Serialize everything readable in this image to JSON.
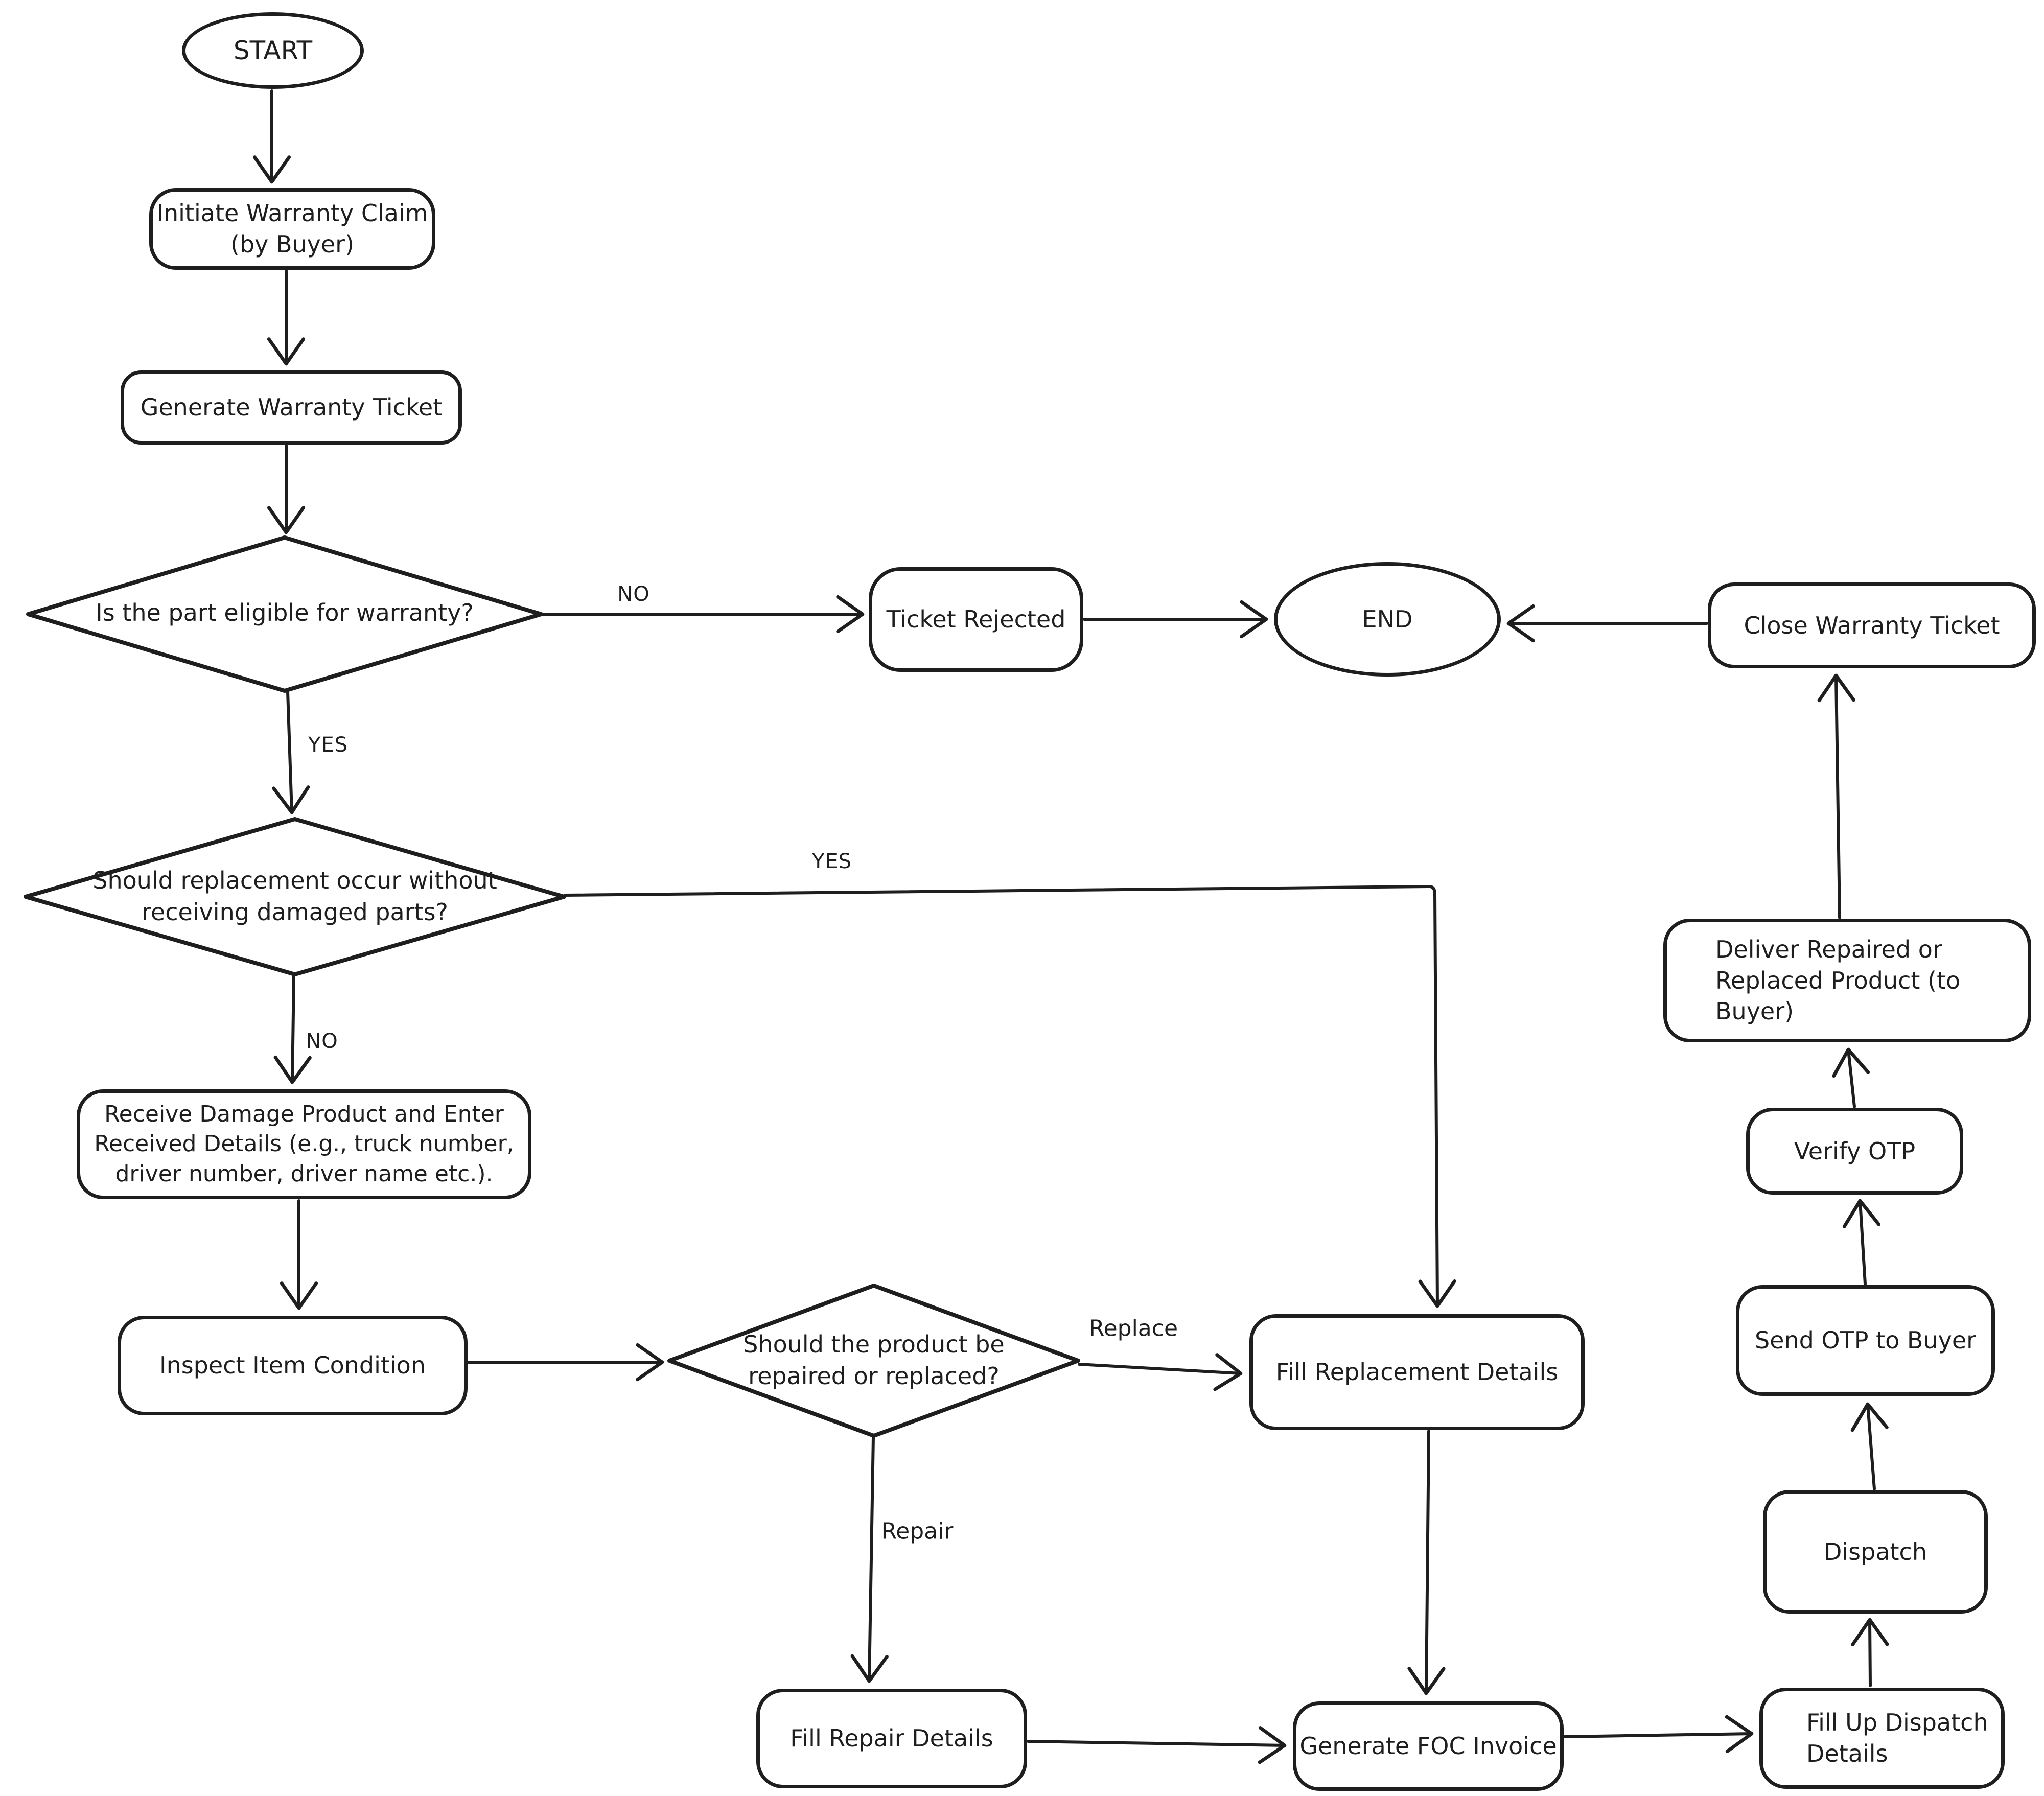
{
  "colors": {
    "stroke": "#1e1e1e",
    "background": "#ffffff"
  },
  "nodes": {
    "start": {
      "label": "START"
    },
    "initiate_claim": {
      "line1": "Initiate Warranty Claim",
      "line2": "(by Buyer)"
    },
    "generate_ticket": {
      "label": "Generate Warranty Ticket"
    },
    "eligibility_decision": {
      "label": "Is the part eligible for warranty?"
    },
    "ticket_rejected": {
      "label": "Ticket Rejected"
    },
    "end": {
      "label": "END"
    },
    "close_ticket": {
      "label": "Close Warranty Ticket"
    },
    "replacement_decision": {
      "line1": "Should replacement occur without",
      "line2": "receiving damaged parts?"
    },
    "receive_product": {
      "line1": "Receive Damage Product and Enter",
      "line2": "Received Details (e.g., truck number,",
      "line3": "driver number, driver name etc.)."
    },
    "inspect_item": {
      "label": "Inspect Item Condition"
    },
    "repair_replace_decision": {
      "line1": "Should the product be",
      "line2": "repaired or replaced?"
    },
    "fill_replacement": {
      "label": "Fill Replacement Details"
    },
    "deliver_product": {
      "line1": "Deliver Repaired or",
      "line2": "Replaced Product (to Buyer)"
    },
    "verify_otp": {
      "label": "Verify OTP"
    },
    "send_otp": {
      "label": "Send OTP to Buyer"
    },
    "dispatch": {
      "label": "Dispatch"
    },
    "fill_dispatch": {
      "line1": "Fill Up Dispatch",
      "line2": "Details"
    },
    "fill_repair": {
      "label": "Fill Repair Details"
    },
    "generate_foc": {
      "label": "Generate FOC Invoice"
    }
  },
  "edge_labels": {
    "eligibility_no": "NO",
    "eligibility_yes": "YES",
    "replacement_yes": "YES",
    "replacement_no": "NO",
    "decision_replace": "Replace",
    "decision_repair": "Repair"
  }
}
